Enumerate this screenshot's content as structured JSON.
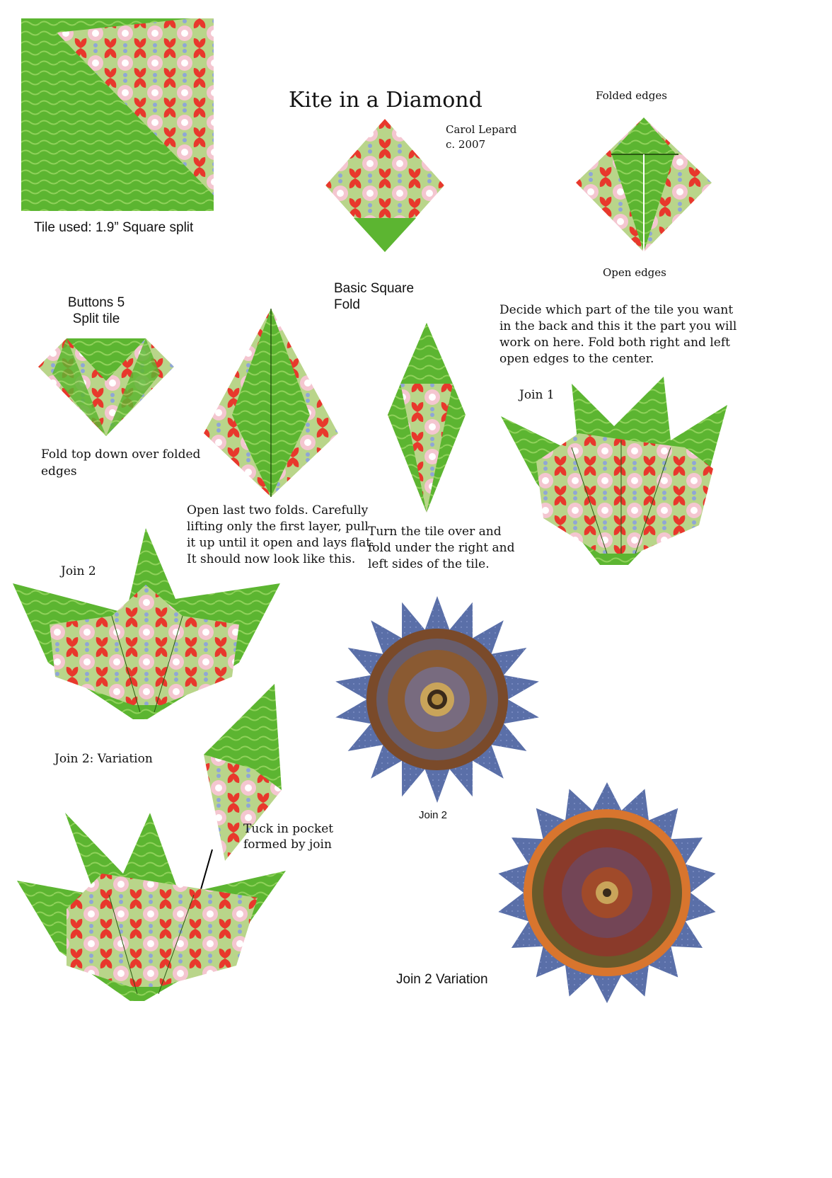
{
  "title": "Kite in a Diamond",
  "author": "Carol Lepard",
  "copyright": "c. 2007",
  "tile_used": "Tile used: 1.9” Square split",
  "folded_edges": "Folded edges",
  "open_edges": "Open edges",
  "basic_square_fold": "Basic Square\nFold",
  "buttons_label": "Buttons 5\nSplit tile",
  "decide_text": "Decide which part of the tile you want\nin the back and this it the part you will\nwork on here.  Fold both right and left\nopen edges to the center.",
  "join1": "Join 1",
  "fold_top": "Fold top down over folded\nedges",
  "open_last": "Open last two folds.  Carefully\nlifting only the first layer, pull\nit up until it open and lays flat.\nIt should now look like this.",
  "turn_tile": "Turn the tile over and\nfold under the right and\nleft sides of the tile.",
  "join2": "Join 2",
  "join2_variation": "Join 2: Variation",
  "tuck": "Tuck in pocket\nformed by join",
  "join2_photo": "Join 2",
  "join2_variation_photo": "Join 2  Variation",
  "colors": {
    "leaf_green": "#5cb531",
    "leaf_light": "#9bd45e",
    "pattern_red": "#e8382c",
    "pattern_pink": "#f4c6d0",
    "star_blue": "#5a6fa8",
    "star_brown": "#7a4a2a",
    "star_orange": "#d8752e"
  }
}
